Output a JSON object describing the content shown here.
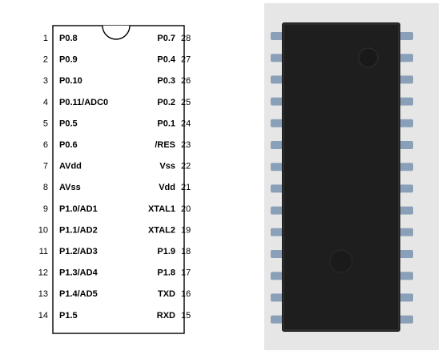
{
  "pinout": {
    "left_pins": [
      {
        "num": "1",
        "label": "P0.8"
      },
      {
        "num": "2",
        "label": "P0.9"
      },
      {
        "num": "3",
        "label": "P0.10"
      },
      {
        "num": "4",
        "label": "P0.11/ADC0"
      },
      {
        "num": "5",
        "label": "P0.5"
      },
      {
        "num": "6",
        "label": "P0.6"
      },
      {
        "num": "7",
        "label": "AVdd"
      },
      {
        "num": "8",
        "label": "AVss"
      },
      {
        "num": "9",
        "label": "P1.0/AD1"
      },
      {
        "num": "10",
        "label": "P1.1/AD2"
      },
      {
        "num": "11",
        "label": "P1.2/AD3"
      },
      {
        "num": "12",
        "label": "P1.3/AD4"
      },
      {
        "num": "13",
        "label": "P1.4/AD5"
      },
      {
        "num": "14",
        "label": "P1.5"
      }
    ],
    "right_pins": [
      {
        "num": "28",
        "label": "P0.7"
      },
      {
        "num": "27",
        "label": "P0.4"
      },
      {
        "num": "26",
        "label": "P0.3"
      },
      {
        "num": "25",
        "label": "P0.2"
      },
      {
        "num": "24",
        "label": "P0.1"
      },
      {
        "num": "23",
        "label": "/RES"
      },
      {
        "num": "22",
        "label": "Vss"
      },
      {
        "num": "21",
        "label": "Vdd"
      },
      {
        "num": "20",
        "label": "XTAL1"
      },
      {
        "num": "19",
        "label": "XTAL2"
      },
      {
        "num": "18",
        "label": "P1.9"
      },
      {
        "num": "17",
        "label": "P1.8"
      },
      {
        "num": "16",
        "label": "TXD"
      },
      {
        "num": "15",
        "label": "RXD"
      }
    ]
  },
  "photo": {
    "pins_per_side": 14,
    "chip_color": "#1e1e1e",
    "pin_color": "#8aa0b8",
    "background_color": "#e6e6e6"
  }
}
